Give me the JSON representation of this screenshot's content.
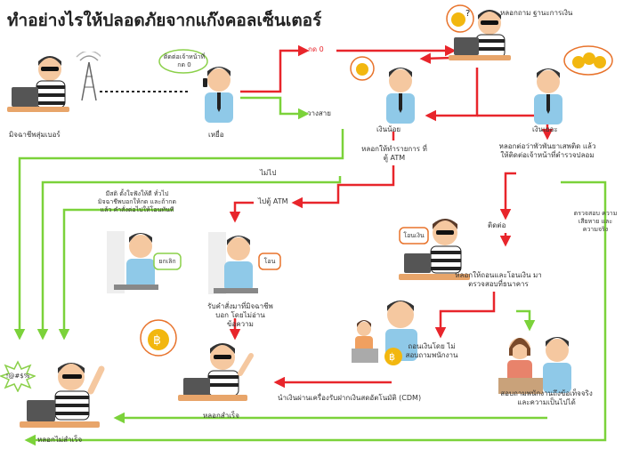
{
  "title": "ทำอย่างไรให้ปลอดภัยจากแก๊งคอลเซ็นเตอร์",
  "nodes": {
    "criminal": "มิจฉาชีพสุ่มเบอร์",
    "victim": "เหยื่อ",
    "victim_bubble": "ติดต่อเจ้าหน้าที่ กด 0",
    "press0": "กด 0",
    "hangup": "วางสาย",
    "ask_money": "หลอกถาม ฐานะการเงิน",
    "little_money": "เงินน้อย",
    "much_money": "เงินเยอะ",
    "lure_atm": "หลอกให้ทำรายการ ที่ตู้ ATM",
    "transfer_police": "หลอกต่อว่าพัวพันยาเสพติด แล้วให้ติดต่อเจ้าหน้าที่ตำรวจปลอม",
    "not_go": "ไม่ไป",
    "go_atm": "ไปตู้ ATM",
    "wise_note": "มีสติ ตั้งใจฟังให้ดี ทั่วไปมิจฉาชีพบอกให้กด และถ้ากดแล้ว คำสั่งต่อไปให้โอนทันที",
    "cancel_bubble": "ยกเลิก",
    "transfer_bubble": "โอน",
    "follow_note": "รับคำสั่งมาที่มิจฉาชีพบอก โดยไม่อ่านข้อความ",
    "contact": "ติดต่อ",
    "transfer_bubble2": "โอนเงิน",
    "lure_transfer": "หลอกให้ถอนและโอนเงิน มาตรวจสอบที่ธนาคาร",
    "check_note": "ตรวจสอบ ความเสียหาย และความจริง",
    "withdraw_note": "ถอนเงินโดย ไม่สอบถามพนักงาน",
    "staff_note": "สอบถามพนักงานถึงข้อเท็จจริง และความเป็นไปได้",
    "cdm_note": "นำเงินผ่านเครื่องรับฝากเงินสดอัตโนมัติ (CDM)",
    "success": "หลอกสำเร็จ",
    "fail": "หลอกไม่สำเร็จ",
    "curse_bubble": "!@#$%"
  },
  "icons": {
    "coin_symbol": "฿",
    "question": "?"
  },
  "colors": {
    "red": "#e8252b",
    "green": "#7bd23a",
    "skin": "#f5c8a0",
    "shirt_blue": "#8fc9e8",
    "hair": "#333333",
    "coin": "#f2b70f"
  }
}
